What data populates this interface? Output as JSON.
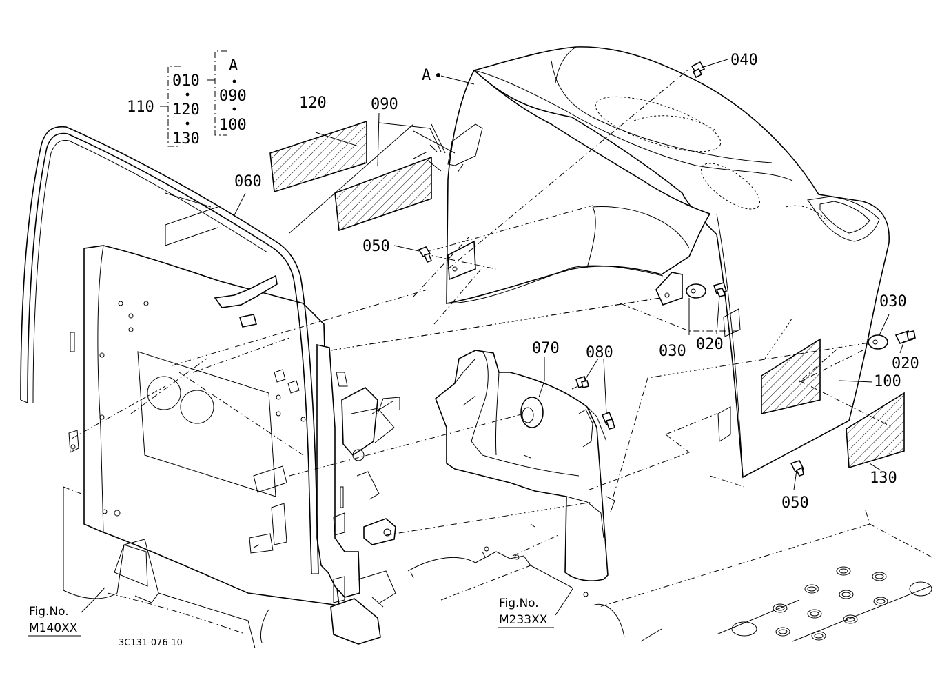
{
  "labels": {
    "a_top": "A",
    "a_marker": "A",
    "p010": "010",
    "p020_left": "020",
    "p020_right": "020",
    "p030_left": "030",
    "p030_right": "030",
    "p040": "040",
    "p050_upper": "050",
    "p050_lower": "050",
    "p060": "060",
    "p070": "070",
    "p080": "080",
    "p090_group": "090",
    "p090_sticker": "090",
    "p100_group": "100",
    "p100_part": "100",
    "p110": "110",
    "p120_group": "120",
    "p120_sticker": "120",
    "p130_group": "130",
    "p130_sticker": "130"
  },
  "references": {
    "left_title": "Fig.No.",
    "left_code": "M140XX",
    "mid_title": "Fig.No.",
    "mid_code": "M233XX"
  },
  "drawing_code": "3C131-076-10"
}
